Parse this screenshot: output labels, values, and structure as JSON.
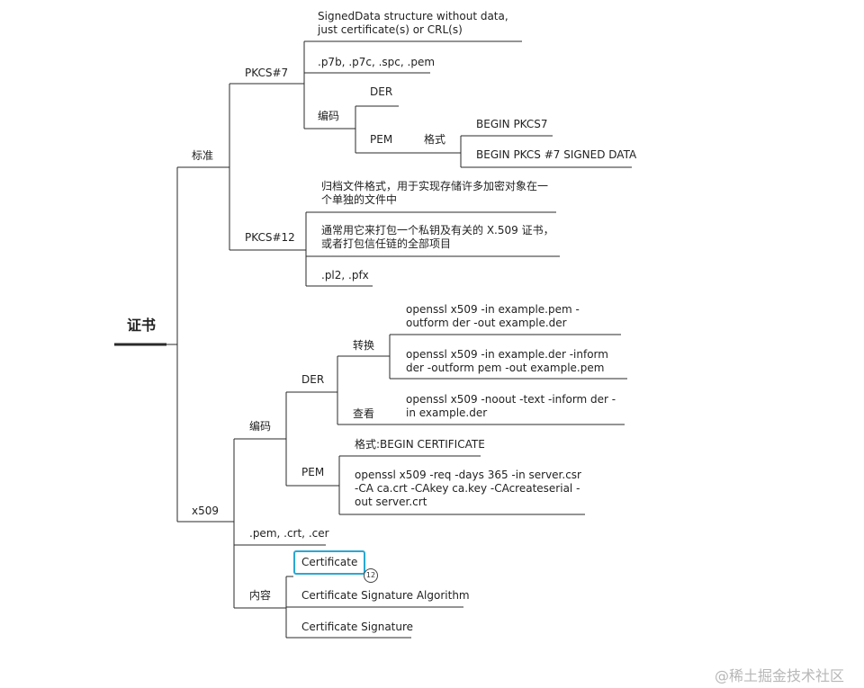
{
  "root": "证书",
  "standard": {
    "label": "标准",
    "pkcs7": {
      "label": "PKCS#7",
      "desc": "SignedData structure without data, just certificate(s) or CRL(s)",
      "ext": ".p7b, .p7c, .spc, .pem",
      "encoding": "编码",
      "der": "DER",
      "pem": "PEM",
      "format": "格式",
      "begin1": "BEGIN PKCS7",
      "begin2": "BEGIN PKCS #7 SIGNED DATA"
    },
    "pkcs12": {
      "label": "PKCS#12",
      "desc1": "归档文件格式，用于实现存储许多加密对象在一个单独的文件中",
      "desc2": "通常用它来打包一个私钥及有关的 X.509 证书，或者打包信任链的全部项目",
      "ext": ".pl2, .pfx"
    }
  },
  "x509": {
    "label": "x509",
    "encoding": "编码",
    "der": {
      "label": "DER",
      "convert": "转换",
      "cmd1": "openssl x509 -in example.pem -outform der -out example.der",
      "cmd2": "openssl x509 -in example.der -inform der -outform pem -out example.pem",
      "view": "查看",
      "cmd3": "openssl x509 -noout -text -inform der -in example.der"
    },
    "pem": {
      "label": "PEM",
      "format": "格式:BEGIN CERTIFICATE",
      "cmd": "openssl x509 -req -days 365 -in server.csr -CA ca.crt -CAkey ca.key -CAcreateserial -out server.crt"
    },
    "ext": ".pem, .crt, .cer",
    "content": {
      "label": "内容",
      "items": [
        "Certificate",
        "Certificate Signature Algorithm",
        "Certificate Signature"
      ],
      "badge": "12"
    }
  },
  "watermark": "@稀土掘金技术社区"
}
